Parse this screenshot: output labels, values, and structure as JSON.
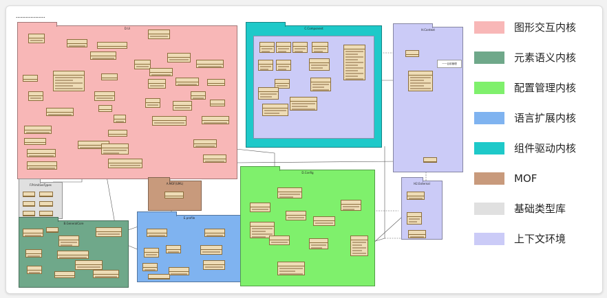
{
  "legend": [
    {
      "label": "图形交互内核",
      "color": "#f8b7b7"
    },
    {
      "label": "元素语义内核",
      "color": "#6fa88a"
    },
    {
      "label": "配置管理内核",
      "color": "#7ff06c"
    },
    {
      "label": "语言扩展内核",
      "color": "#7fb3f0"
    },
    {
      "label": "组件驱动内核",
      "color": "#1ec9c9"
    },
    {
      "label": "MOF",
      "color": "#c89a7c"
    },
    {
      "label": "基础类型库",
      "color": "#e0e0e0"
    },
    {
      "label": "上下文环境",
      "color": "#cbcbf7"
    }
  ],
  "diagram": {
    "top_caption": "••••••••••••••••••",
    "note_text": "一一目前管理"
  },
  "colors": {
    "class_fill": "#eedcb6",
    "class_border": "#8b6e3c",
    "wire": "#555555"
  }
}
